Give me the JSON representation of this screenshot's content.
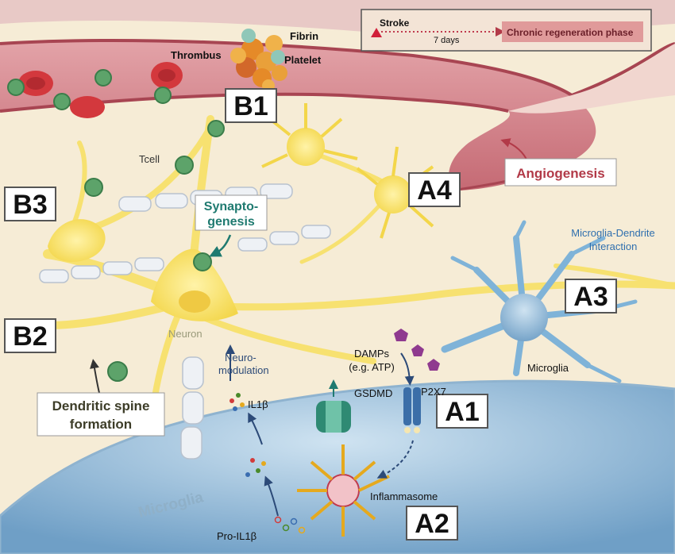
{
  "timeline": {
    "start_label": "Stroke",
    "duration": "7 days",
    "phase_label": "Chronic regeneration phase"
  },
  "panels": {
    "a1": "A1",
    "a2": "A2",
    "a3": "A3",
    "a4": "A4",
    "b1": "B1",
    "b2": "B2",
    "b3": "B3"
  },
  "labels": {
    "fibrin": "Fibrin",
    "thrombus": "Thrombus",
    "platelet": "Platelet",
    "tcell": "Tcell",
    "angiogenesis": "Angiogenesis",
    "synapto_line1": "Synapto-",
    "synapto_line2": "genesis",
    "mdi_line1": "Microglia-Dendrite",
    "mdi_line2": "Interaction",
    "neuron": "Neuron",
    "neuromod_line1": "Neuro-",
    "neuromod_line2": "modulation",
    "il1b": "IL1β",
    "damps_line1": "DAMPs",
    "damps_line2": "(e.g. ATP)",
    "p2x7": "P2X7",
    "gsdmd": "GSDMD",
    "microglia_cell": "Microglia",
    "microglia_big": "Microglia",
    "inflammasome": "Inflammasome",
    "pro_il1b": "Pro-IL1β",
    "spine_line1": "Dendritic spine",
    "spine_line2": "formation"
  },
  "colors": {
    "background": "#f6ecd6",
    "vessel": "#c9707a",
    "neuron": "#f7e170",
    "microglia": "#7fb3d8",
    "accent_teal": "#1f7a70",
    "accent_red": "#c03a4e"
  }
}
